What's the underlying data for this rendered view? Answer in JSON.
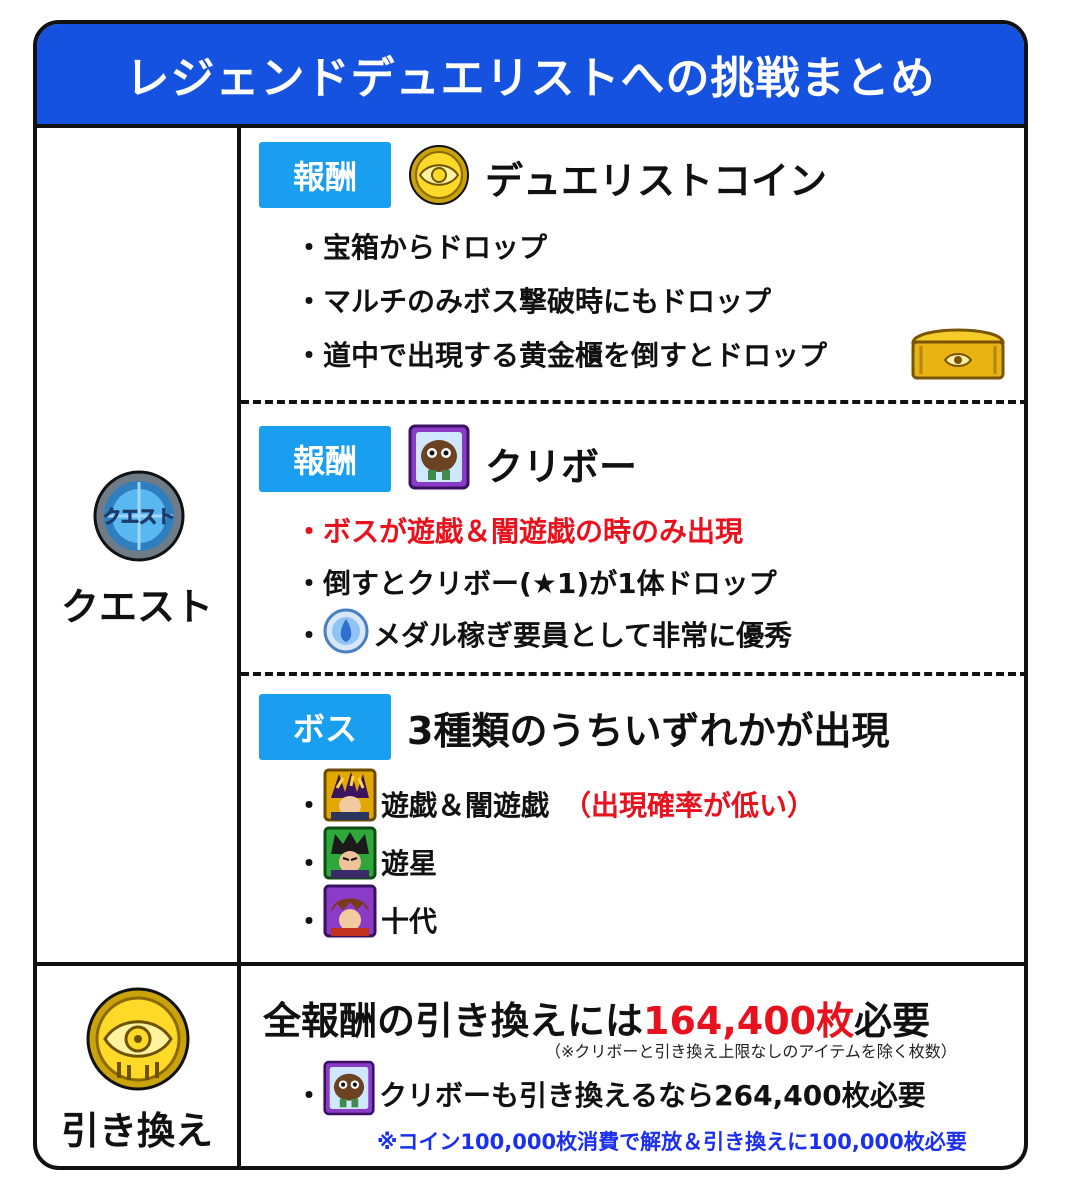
{
  "title": "レジェンドデュエリストへの挑戦まとめ",
  "left": {
    "quest_badge_text": "クエスト",
    "quest_label": "クエスト",
    "exchange_label": "引き換え"
  },
  "reward1": {
    "tag": "報酬",
    "title": "デュエリストコイン",
    "items": [
      "・宝箱からドロップ",
      "・マルチのみボス撃破時にもドロップ",
      "・道中で出現する黄金櫃を倒すとドロップ"
    ]
  },
  "reward2": {
    "tag": "報酬",
    "title": "クリボー",
    "items": [
      "・ボスが遊戯＆闇遊戯の時のみ出現",
      "・倒すとクリボー(★1)が1体ドロップ",
      "・",
      "メダル稼ぎ要員として非常に優秀"
    ]
  },
  "boss": {
    "tag": "ボス",
    "title": "3種類のうちいずれかが出現",
    "bullet": "・",
    "items": [
      {
        "name": "遊戯＆闇遊戯",
        "note": "（出現確率が低い）"
      },
      {
        "name": "遊星",
        "note": ""
      },
      {
        "name": "十代",
        "note": ""
      }
    ]
  },
  "exchange": {
    "line_pre": "全報酬の引き換えには",
    "line_amount": "164,400枚",
    "line_post": "必要",
    "note": "（※クリボーと引き換え上限なしのアイテムを除く枚数）",
    "bullet": "・",
    "kuriboh_line": "クリボーも引き換えるなら264,400枚必要",
    "footnote": "※コイン100,000枚消費で解放＆引き換えに100,000枚必要"
  },
  "colors": {
    "title_bg": "#1652e0",
    "tag_bg": "#1a9ef0",
    "red": "#e8121e",
    "blue": "#1a2ff0",
    "border": "#111111"
  },
  "icons": {
    "coin": "duelist-coin-icon",
    "chest": "golden-chest-icon",
    "kuriboh": "kuriboh-icon",
    "medal": "medal-icon",
    "quest": "quest-badge-icon",
    "boss1": "yugi-icon",
    "boss2": "yusei-icon",
    "boss3": "judai-icon"
  }
}
